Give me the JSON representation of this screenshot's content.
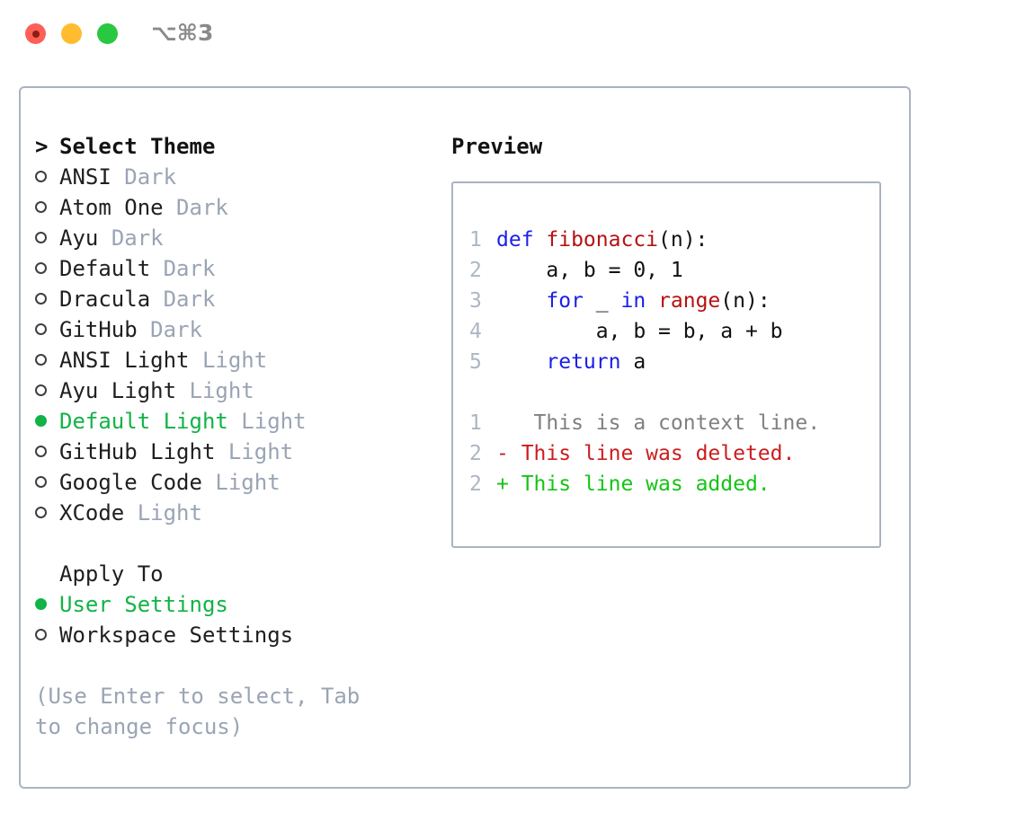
{
  "window": {
    "shortcut_label": "⌥⌘3",
    "traffic_lights": [
      "close",
      "minimize",
      "zoom"
    ]
  },
  "theme_list": {
    "header": "Select Theme",
    "caret": ">",
    "items": [
      {
        "marker": "o",
        "name": "ANSI",
        "category": "Dark",
        "selected": false
      },
      {
        "marker": "o",
        "name": "Atom One",
        "category": "Dark",
        "selected": false
      },
      {
        "marker": "o",
        "name": "Ayu",
        "category": "Dark",
        "selected": false
      },
      {
        "marker": "o",
        "name": "Default",
        "category": "Dark",
        "selected": false
      },
      {
        "marker": "o",
        "name": "Dracula",
        "category": "Dark",
        "selected": false
      },
      {
        "marker": "o",
        "name": "GitHub",
        "category": "Dark",
        "selected": false
      },
      {
        "marker": "o",
        "name": "ANSI Light",
        "category": "Light",
        "selected": false
      },
      {
        "marker": "o",
        "name": "Ayu Light",
        "category": "Light",
        "selected": false
      },
      {
        "marker": "●",
        "name": "Default Light",
        "category": "Light",
        "selected": true
      },
      {
        "marker": "o",
        "name": "GitHub Light",
        "category": "Light",
        "selected": false
      },
      {
        "marker": "o",
        "name": "Google Code",
        "category": "Light",
        "selected": false
      },
      {
        "marker": "o",
        "name": "XCode",
        "category": "Light",
        "selected": false
      }
    ]
  },
  "apply_to": {
    "header": "Apply To",
    "items": [
      {
        "marker": "●",
        "name": "User Settings",
        "selected": true
      },
      {
        "marker": "o",
        "name": "Workspace Settings",
        "selected": false
      }
    ]
  },
  "hint": "(Use Enter to select, Tab to change focus)",
  "preview": {
    "title": "Preview",
    "code_lines": [
      {
        "num": "1",
        "tokens": [
          {
            "t": "def ",
            "c": "kw"
          },
          {
            "t": "fibonacci",
            "c": "fn"
          },
          {
            "t": "(n):",
            "c": "plain"
          }
        ]
      },
      {
        "num": "2",
        "tokens": [
          {
            "t": "    a, b = 0, 1",
            "c": "plain"
          }
        ]
      },
      {
        "num": "3",
        "tokens": [
          {
            "t": "    ",
            "c": "plain"
          },
          {
            "t": "for",
            "c": "kw"
          },
          {
            "t": " _ ",
            "c": "plain"
          },
          {
            "t": "in",
            "c": "kw"
          },
          {
            "t": " ",
            "c": "plain"
          },
          {
            "t": "range",
            "c": "fn"
          },
          {
            "t": "(n):",
            "c": "plain"
          }
        ]
      },
      {
        "num": "4",
        "tokens": [
          {
            "t": "        a, b = b, a + b",
            "c": "plain"
          }
        ]
      },
      {
        "num": "5",
        "tokens": [
          {
            "t": "    ",
            "c": "plain"
          },
          {
            "t": "return",
            "c": "kw"
          },
          {
            "t": " a",
            "c": "plain"
          }
        ]
      }
    ],
    "diff_lines": [
      {
        "num": "1",
        "sign": " ",
        "text": "  This is a context line.",
        "kind": "ctx"
      },
      {
        "num": "2",
        "sign": "-",
        "text": " This line was deleted.",
        "kind": "del"
      },
      {
        "num": "2",
        "sign": "+",
        "text": " This line was added.",
        "kind": "add"
      }
    ]
  },
  "colors": {
    "accent_green": "#12b347",
    "muted": "#9aa4b4",
    "border": "#aab3c2",
    "keyword_blue": "#1b20e8",
    "function_red": "#b51212",
    "diff_delete": "#cc1d1d",
    "diff_add": "#15c415",
    "traffic_red": "#ff5f57",
    "traffic_yellow": "#febc2e",
    "traffic_green": "#28c840"
  }
}
